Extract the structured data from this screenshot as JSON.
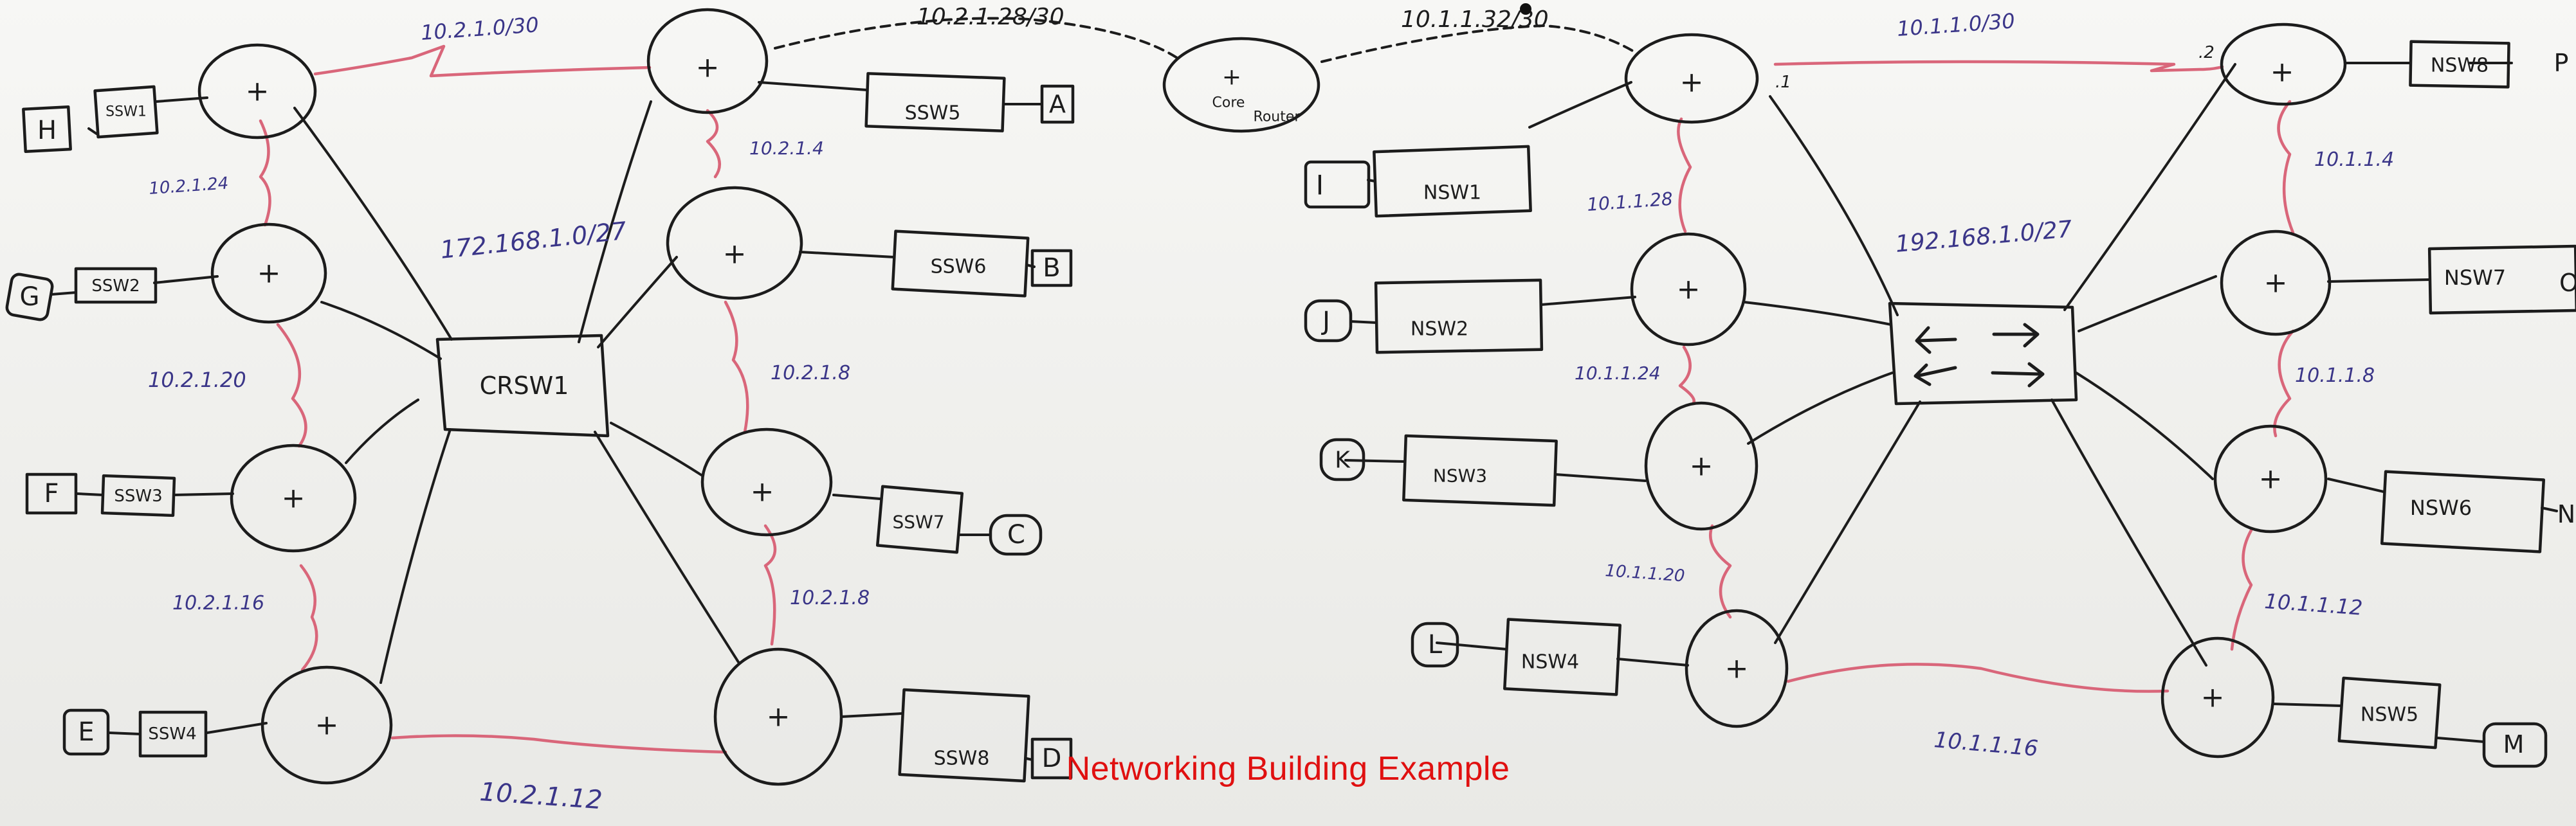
{
  "caption": "Networking Building Example",
  "colors": {
    "ink": "#1c1c1c",
    "link": "#d9667a",
    "subnet_label": "#3a3588",
    "caption": "#e01010"
  },
  "router_symbol": "+",
  "core_router": {
    "label_line1": "Core",
    "label_line2": "Router"
  },
  "core_links": {
    "left": "10.2.1.28/30",
    "right": "10.1.1.32/30"
  },
  "left_campus": {
    "center_switch": "CRSW1",
    "lan_subnet": "172.168.1.0/27",
    "ring_links": [
      "10.2.1.0/30",
      "10.2.1.4",
      "10.2.1.8",
      "10.2.1.8",
      "10.2.1.12",
      "10.2.1.16",
      "10.2.1.20",
      "10.2.1.24"
    ],
    "sites": [
      {
        "switch": "SSW5",
        "site": "A"
      },
      {
        "switch": "SSW6",
        "site": "B"
      },
      {
        "switch": "SSW7",
        "site": "C"
      },
      {
        "switch": "SSW8",
        "site": "D"
      },
      {
        "switch": "SSW4",
        "site": "E"
      },
      {
        "switch": "SSW3",
        "site": "F"
      },
      {
        "switch": "SSW2",
        "site": "G"
      },
      {
        "switch": "SSW1",
        "site": "H"
      }
    ]
  },
  "right_campus": {
    "lan_subnet": "192.168.1.0/27",
    "ring_links": [
      "10.1.1.0/30",
      "10.1.1.4",
      "10.1.1.8",
      "10.1.1.12",
      "10.1.1.16",
      "10.1.1.20",
      "10.1.1.24",
      "10.1.1.28"
    ],
    "link_ends": [
      ".1",
      ".2"
    ],
    "sites": [
      {
        "switch": "NSW1",
        "site": "I"
      },
      {
        "switch": "NSW2",
        "site": "J"
      },
      {
        "switch": "NSW3",
        "site": "K"
      },
      {
        "switch": "NSW4",
        "site": "L"
      },
      {
        "switch": "NSW5",
        "site": "M"
      },
      {
        "switch": "NSW6",
        "site": "N"
      },
      {
        "switch": "NSW7",
        "site": "O"
      },
      {
        "switch": "NSW8",
        "site": "P"
      }
    ]
  }
}
